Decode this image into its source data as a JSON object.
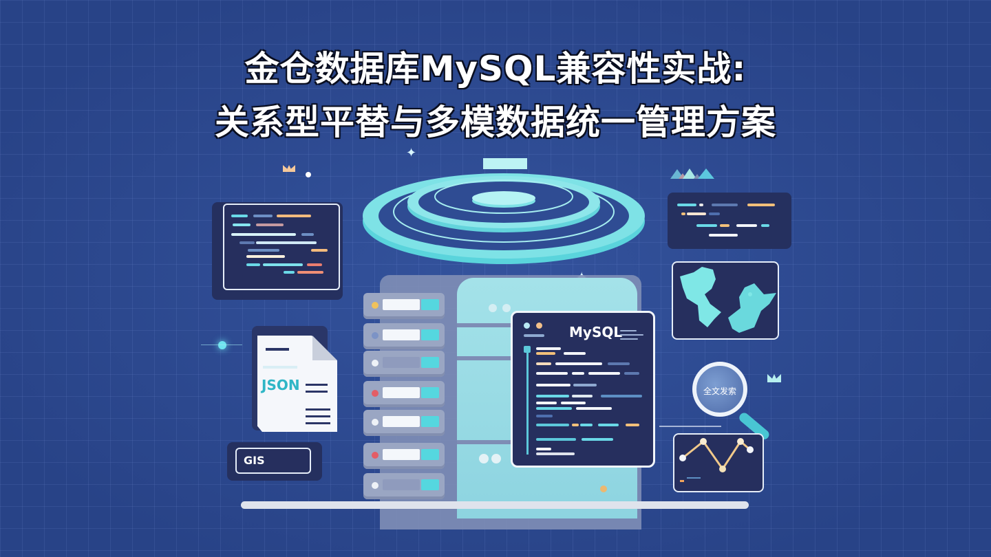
{
  "title": {
    "line1": "金仓数据库MySQL兼容性实战:",
    "line2": "关系型平替与多模数据统一管理方案"
  },
  "illustration": {
    "mysql_panel": {
      "label": "MySQL"
    },
    "json_document": {
      "label": "JSON"
    },
    "gis_box": {
      "label": "GIS"
    },
    "search_magnifier": {
      "label": "全文发索"
    },
    "colors": {
      "background": "#2f4c93",
      "cyan": "#55d7df",
      "orange": "#f1bb6a",
      "panel": "#25305f",
      "server": "#9aa6c3"
    }
  }
}
